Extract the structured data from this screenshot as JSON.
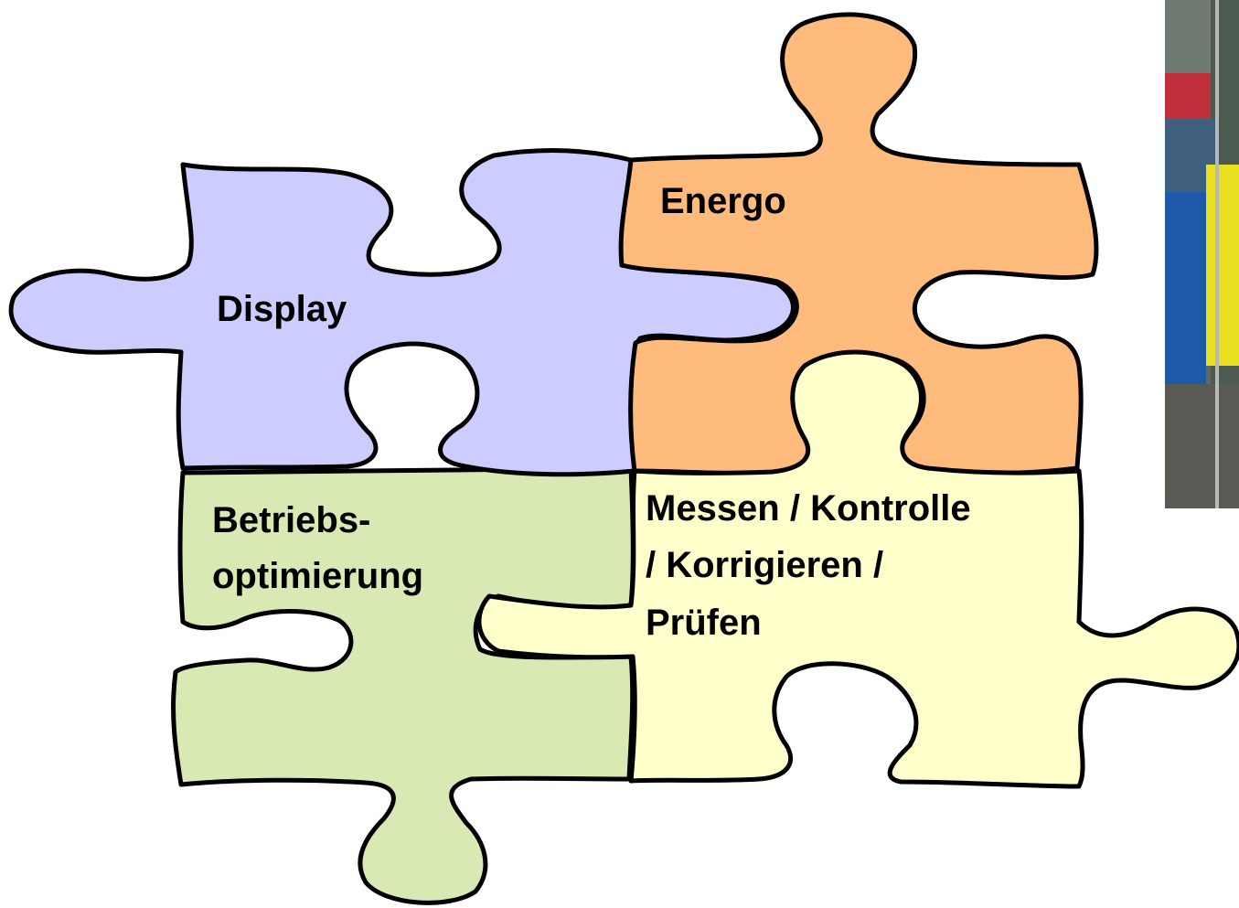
{
  "pieces": {
    "display": {
      "label": "Display",
      "color": "#ccccff"
    },
    "energo": {
      "label": "Energo",
      "color": "#ffbb7c"
    },
    "betriebs": {
      "lines": [
        "Betriebs-",
        "optimierung"
      ],
      "color": "#d9e9b3"
    },
    "messen": {
      "lines": [
        "Messen / Kontrolle",
        "/ Korrigieren /",
        "Prüfen"
      ],
      "color": "#ffffcc"
    }
  },
  "photo": {
    "description_icon": "street-photo"
  },
  "colors": {
    "outline": "#000000",
    "background": "#ffffff"
  }
}
